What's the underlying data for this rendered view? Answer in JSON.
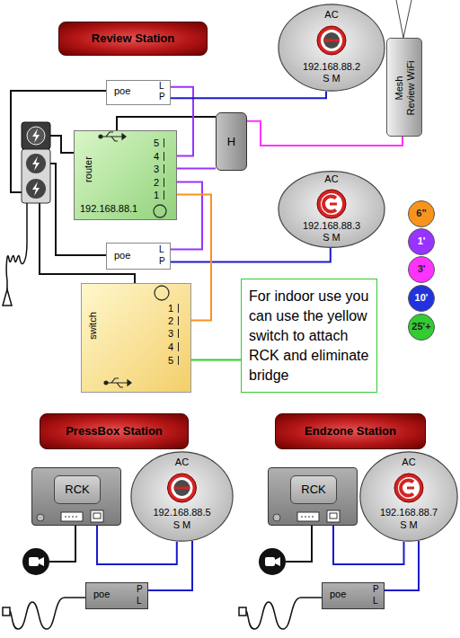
{
  "diagram": {
    "nodes": [
      {
        "text": [
          "Review Station"
        ]
      },
      {
        "text": [
          "AC",
          "192.168.88.2",
          "S M"
        ]
      },
      {
        "text": [
          "Mesh Review WiFi"
        ]
      },
      {
        "text": [
          "poe",
          "L",
          "P"
        ]
      },
      {
        "text": [
          "router",
          "5",
          "4",
          "3",
          "2",
          "1",
          "192.168.88.1"
        ]
      },
      {
        "text": [
          "H"
        ]
      },
      {
        "text": [
          "AC",
          "192.168.88.3",
          "S M"
        ]
      },
      {
        "text": [
          "poe",
          "L",
          "P"
        ]
      },
      {
        "text": [
          "switch",
          "1",
          "2",
          "3",
          "4",
          "5"
        ]
      },
      {
        "text": [
          "For indoor use you can use the yellow switch to attach RCK and eliminate bridge"
        ]
      },
      {
        "text": [
          "PressBox Station"
        ]
      },
      {
        "text": [
          "RCK"
        ]
      },
      {
        "text": [
          "AC",
          "192.168.88.5",
          "S M"
        ]
      },
      {
        "text": [
          "poe",
          "P",
          "L"
        ]
      },
      {
        "text": [
          "Endzone Station"
        ]
      },
      {
        "text": [
          "RCK"
        ]
      },
      {
        "text": [
          "AC",
          "192.168.88.7",
          "S M"
        ]
      },
      {
        "text": [
          "poe",
          "P",
          "L"
        ]
      }
    ],
    "edges": [
      {
        "from": 3,
        "to": 4,
        "arrow": "none"
      },
      {
        "from": 3,
        "to": 1,
        "arrow": "none"
      },
      {
        "from": 4,
        "to": 5,
        "arrow": "none"
      },
      {
        "from": 5,
        "to": 2,
        "arrow": "none"
      },
      {
        "from": 4,
        "to": 7,
        "arrow": "none"
      },
      {
        "from": 7,
        "to": 6,
        "arrow": "none"
      },
      {
        "from": 4,
        "to": 8,
        "arrow": "none"
      },
      {
        "from": 8,
        "to": 9,
        "arrow": "none"
      },
      {
        "from": 11,
        "to": 12,
        "arrow": "none"
      },
      {
        "from": 13,
        "to": 12,
        "arrow": "none"
      },
      {
        "from": 15,
        "to": 16,
        "arrow": "none"
      },
      {
        "from": 17,
        "to": 16,
        "arrow": "none"
      }
    ],
    "legend": [
      {
        "text": "6\"",
        "color": "#f7941d"
      },
      {
        "text": "1'",
        "color": "#9933ff"
      },
      {
        "text": "3'",
        "color": "#ff33ff"
      },
      {
        "text": "10'",
        "color": "#2233dd"
      },
      {
        "text": "25'+",
        "color": "#33cc33"
      }
    ]
  }
}
